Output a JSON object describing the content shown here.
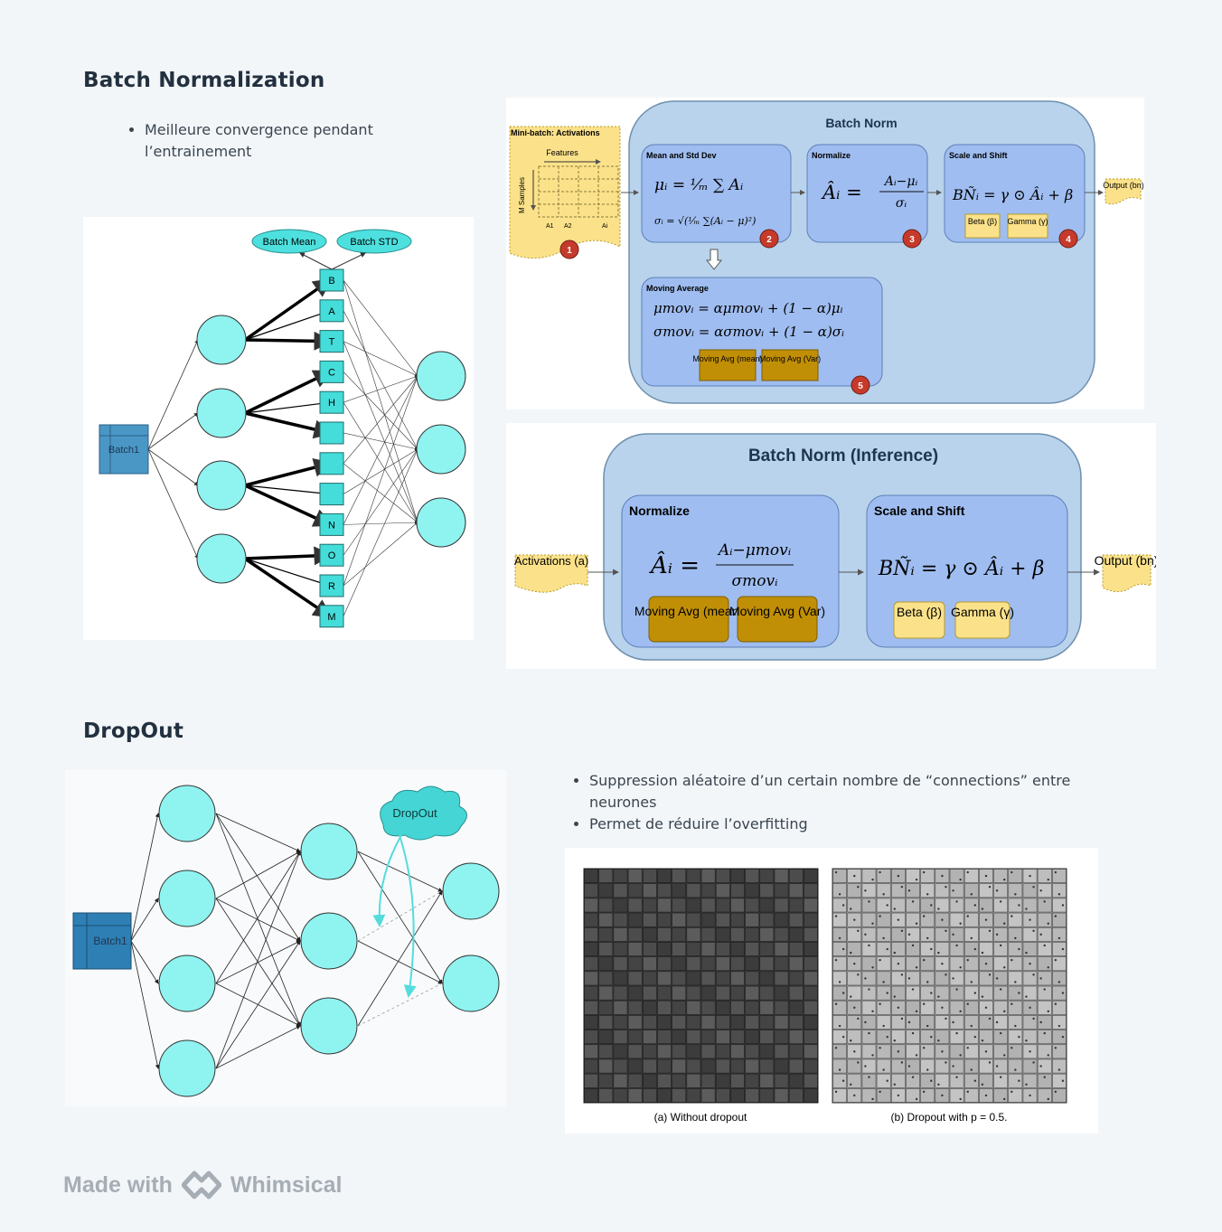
{
  "batch_norm_section": {
    "title": "Batch Normalization",
    "bullets": [
      "Meilleure convergence pendant l’entrainement"
    ],
    "network": {
      "input_label": "Batch1",
      "stat_labels": [
        "Batch Mean",
        "Batch STD"
      ],
      "letters": [
        "B",
        "A",
        "T",
        "C",
        "H",
        "",
        "",
        "",
        "N",
        "O",
        "R",
        "M"
      ]
    },
    "training": {
      "title": "Batch Norm",
      "minibatch_label": "Mini-batch: Activations",
      "features_label": "Features",
      "samples_label": "M Samples",
      "col_labels": [
        "A1",
        "A2",
        "Ai"
      ],
      "mean_std_title": "Mean and Std Dev",
      "normalize_title": "Normalize",
      "scale_shift_title": "Scale and Shift",
      "moving_avg_title": "Moving Average",
      "beta_label": "Beta (β)",
      "gamma_label": "Gamma (γ)",
      "ma_mean_label": "Moving Avg (mean)",
      "ma_var_label": "Moving Avg (Var)",
      "output_label": "Output (bn)",
      "step_numbers": [
        "1",
        "2",
        "3",
        "4",
        "5"
      ]
    },
    "inference": {
      "title": "Batch Norm (Inference)",
      "activations_label": "Activations (a)",
      "normalize_title": "Normalize",
      "scale_shift_title": "Scale and Shift",
      "ma_mean_label": "Moving Avg (mean)",
      "ma_var_label": "Moving Avg (Var)",
      "beta_label": "Beta (β)",
      "gamma_label": "Gamma (γ)",
      "output_label": "Output (bn)"
    }
  },
  "dropout_section": {
    "title": "DropOut",
    "bullets": [
      "Suppression aléatoire d’un certain nombre de “connections” entre neurones",
      "Permet de réduire l’overfitting"
    ],
    "network": {
      "input_label": "Batch1",
      "cloud_label": "DropOut"
    },
    "figure": {
      "caption_a": "(a) Without dropout",
      "caption_b": "(b) Dropout with p = 0.5."
    }
  },
  "footer": {
    "made_with": "Made with",
    "brand": "Whimsical"
  },
  "colors": {
    "neuron": "#8ff3f0",
    "box_blue": "#b9d3ec",
    "inner_blue": "#9fbdf0",
    "gold": "#c18f05",
    "input_blue": "#4a97c6"
  }
}
